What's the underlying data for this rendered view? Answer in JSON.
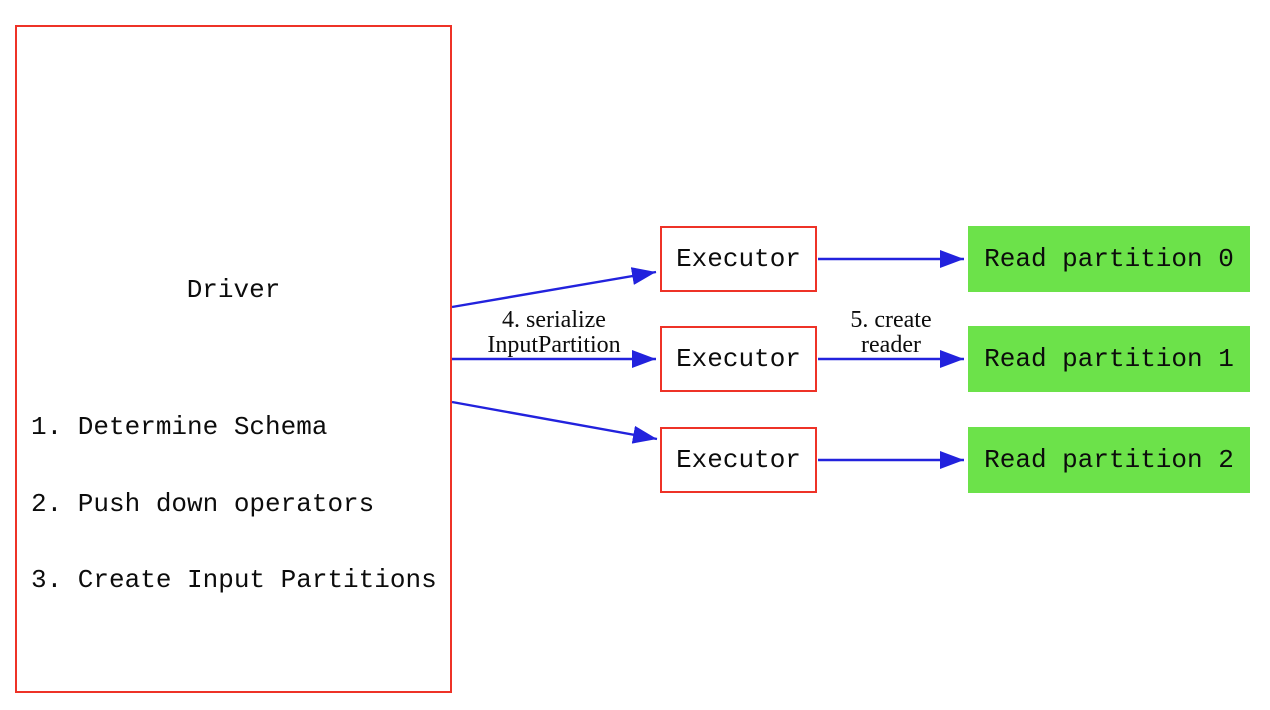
{
  "diagram": {
    "driver": {
      "title": "Driver",
      "steps": [
        "1. Determine Schema",
        "2. Push down operators",
        "3. Create Input Partitions"
      ]
    },
    "executors": [
      {
        "label": "Executor"
      },
      {
        "label": "Executor"
      },
      {
        "label": "Executor"
      }
    ],
    "partitions": [
      {
        "label": "Read partition 0"
      },
      {
        "label": "Read partition 1"
      },
      {
        "label": "Read partition 2"
      }
    ],
    "edge_labels": {
      "serialize": {
        "line1": "4. serialize",
        "line2": "InputPartition"
      },
      "create_reader": {
        "line1": "5. create",
        "line2": "reader"
      }
    },
    "colors": {
      "box_border": "#ee3227",
      "arrow": "#2222dd",
      "partition_fill": "#6ce24a",
      "text": "#0c0c0c",
      "background": "#ffffff"
    }
  }
}
